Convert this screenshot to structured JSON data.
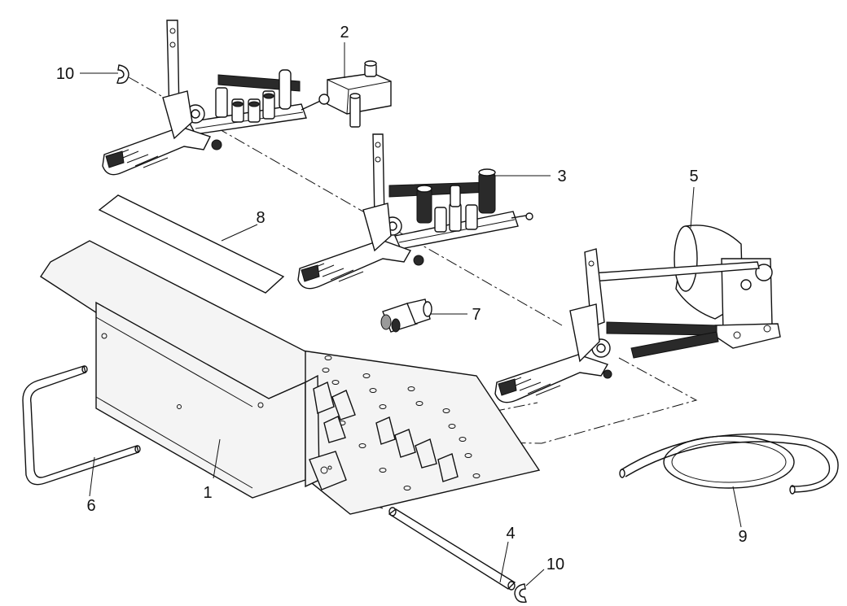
{
  "diagram": {
    "callouts": [
      {
        "id": "callout-1",
        "label": "1"
      },
      {
        "id": "callout-2",
        "label": "2"
      },
      {
        "id": "callout-3",
        "label": "3"
      },
      {
        "id": "callout-4",
        "label": "4"
      },
      {
        "id": "callout-5",
        "label": "5"
      },
      {
        "id": "callout-6",
        "label": "6"
      },
      {
        "id": "callout-7",
        "label": "7"
      },
      {
        "id": "callout-8",
        "label": "8"
      },
      {
        "id": "callout-9",
        "label": "9"
      },
      {
        "id": "callout-10a",
        "label": "10"
      },
      {
        "id": "callout-10b",
        "label": "10"
      }
    ]
  }
}
